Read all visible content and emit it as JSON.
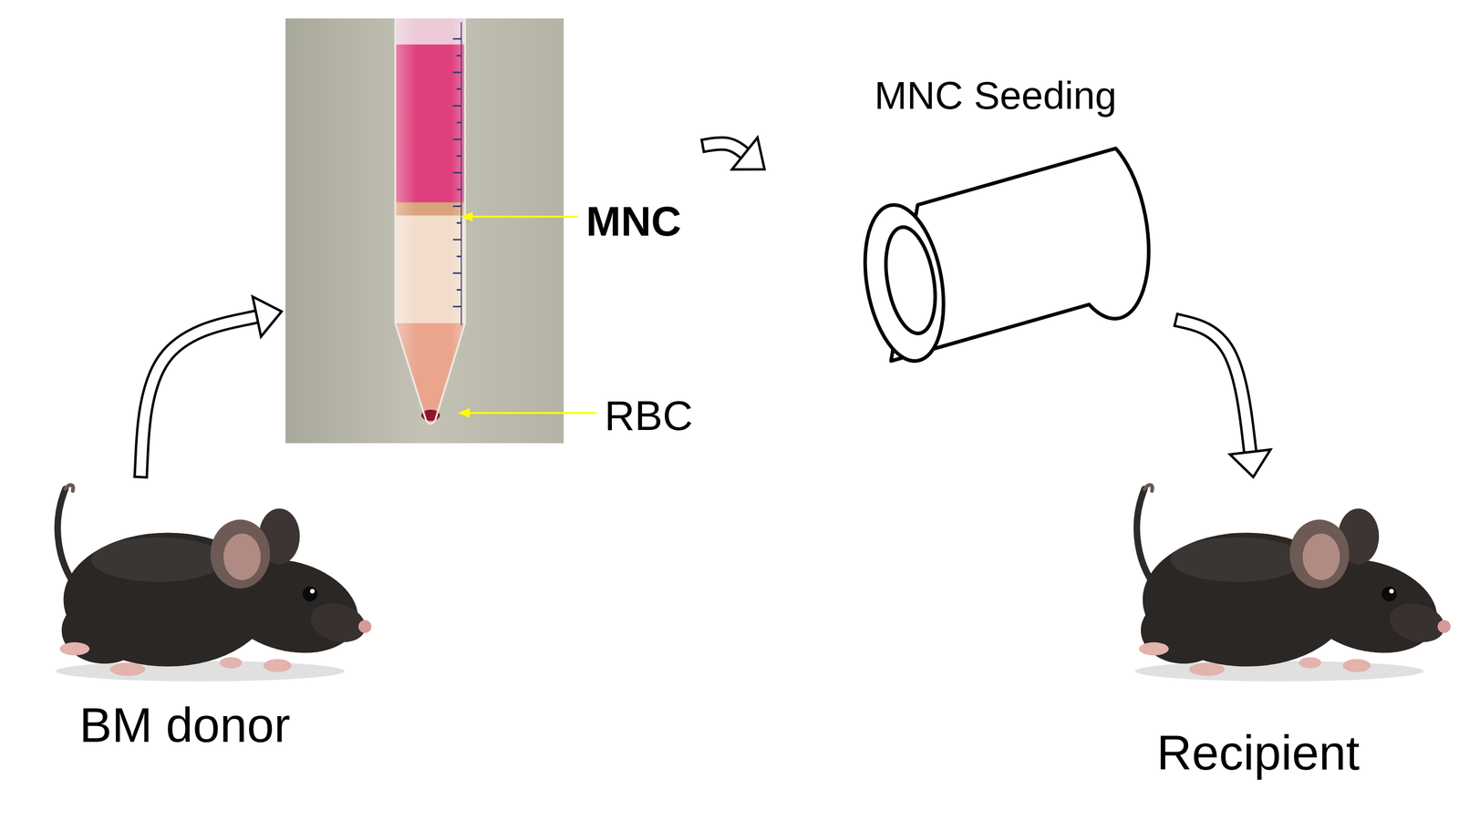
{
  "diagram": {
    "nodes": [
      {
        "text": [
          "BM donor"
        ]
      },
      {
        "text": [
          "MNC",
          "RBC"
        ]
      },
      {
        "text": [
          "MNC Seeding"
        ]
      },
      {
        "text": [
          "Recipient"
        ]
      }
    ],
    "edges": [
      {
        "from": 0,
        "to": 1,
        "arrow": "to"
      },
      {
        "from": 1,
        "to": 2,
        "arrow": "to"
      },
      {
        "from": 2,
        "to": 3,
        "arrow": "to"
      }
    ]
  }
}
